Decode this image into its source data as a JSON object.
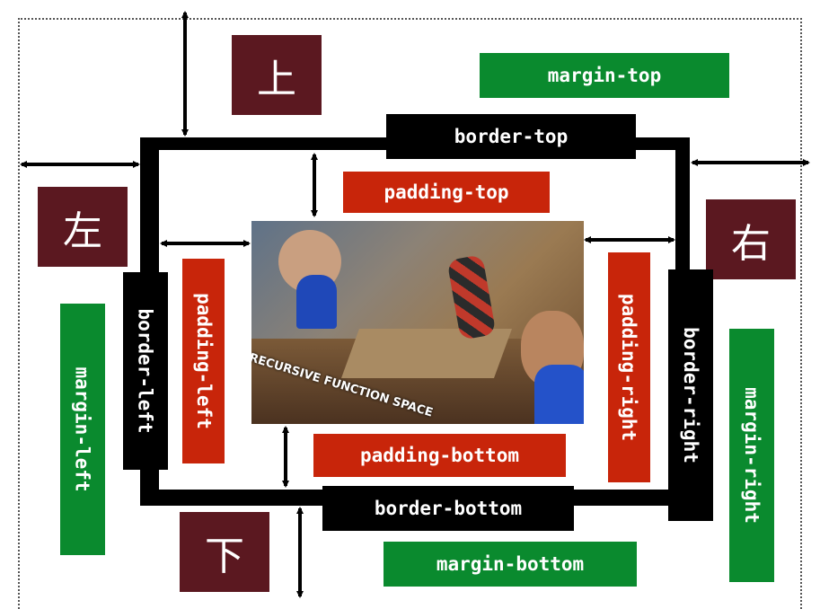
{
  "labels": {
    "margin_top": "margin-top",
    "margin_left": "margin-left",
    "margin_right": "margin-right",
    "margin_bottom": "margin-bottom",
    "border_top": "border-top",
    "border_left": "border-left",
    "border_right": "border-right",
    "border_bottom": "border-bottom",
    "padding_top": "padding-top",
    "padding_left": "padding-left",
    "padding_right": "padding-right",
    "padding_bottom": "padding-bottom"
  },
  "kanji": {
    "top": "上",
    "left": "左",
    "right": "右",
    "bottom": "下"
  },
  "photo_caption": "RECURSIVE FUNCTION SPACE",
  "colors": {
    "margin": "#0a8a2e",
    "padding": "#c8250a",
    "border": "#000000",
    "kanji_bg": "#5b1820"
  }
}
